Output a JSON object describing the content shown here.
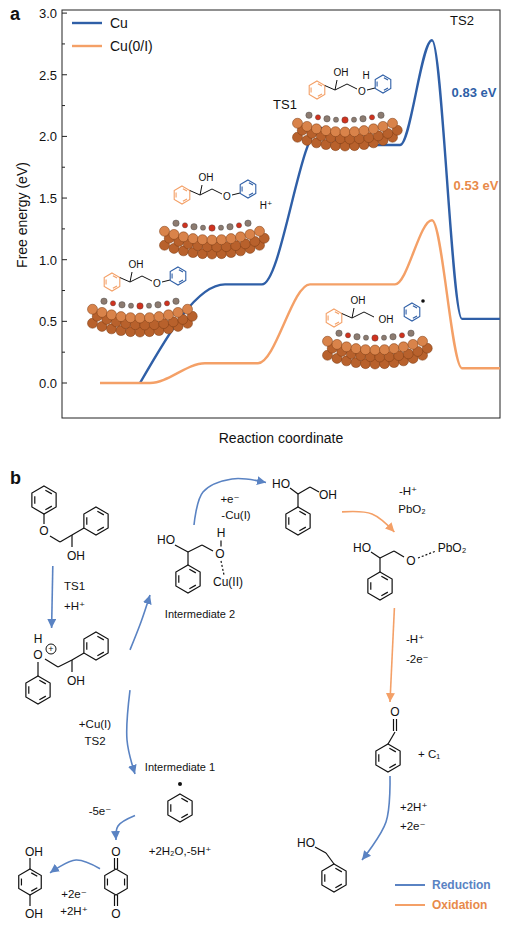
{
  "diagram": {
    "nodes": [
      {
        "text": [
          "O",
          "OH"
        ]
      },
      {
        "text": [
          "H",
          "O",
          "+",
          "OH"
        ]
      },
      {
        "text": [
          "HO",
          "H",
          "O",
          "Cu(II)",
          "Intermediate 2"
        ]
      },
      {
        "text": [
          "Intermediate 1"
        ]
      },
      {
        "text": [
          "HO",
          "OH"
        ]
      },
      {
        "text": [
          "HO",
          "O",
          "PbO₂"
        ]
      },
      {
        "text": [
          "O"
        ]
      },
      {
        "text": [
          "O",
          "O"
        ]
      },
      {
        "text": [
          "OH",
          "OH"
        ]
      },
      {
        "text": [
          "HO"
        ]
      }
    ],
    "edges": [
      {
        "from": 0,
        "to": 1,
        "arrow": "to"
      },
      {
        "from": 1,
        "to": 2,
        "arrow": "to"
      },
      {
        "from": 1,
        "to": 3,
        "arrow": "to"
      },
      {
        "from": 2,
        "to": 4,
        "arrow": "to"
      },
      {
        "from": 4,
        "to": 5,
        "arrow": "to"
      },
      {
        "from": 5,
        "to": 6,
        "arrow": "to"
      },
      {
        "from": 6,
        "to": 9,
        "arrow": "to"
      },
      {
        "from": 3,
        "to": 7,
        "arrow": "to"
      },
      {
        "from": 7,
        "to": 8,
        "arrow": "to"
      }
    ],
    "labels": [
      "a",
      "3.0",
      "2.5",
      "2.0",
      "1.5",
      "1.0",
      "0.5",
      "0.0",
      "Free energy (eV)",
      "TS1",
      "TS2",
      "0.83 eV",
      "0.53 eV",
      "OH",
      "H",
      "O",
      "OH",
      "O",
      "H⁺",
      "OH",
      "O",
      "OH",
      "OH",
      "Reaction coordinate",
      "b",
      "TS1",
      "+H⁺",
      "+e⁻",
      "-Cu(I)",
      "-H⁺",
      "PbO₂",
      "+Cu(I)",
      "TS2",
      "-H⁺",
      "-2e⁻",
      "+ C₁",
      "-5e⁻",
      "+2H⁺",
      "+2e⁻",
      "+2H₂O,-5H⁺",
      "+2e⁻",
      "+2H⁺"
    ],
    "legend": [
      {
        "text": "Cu"
      },
      {
        "text": "Cu(0/I)"
      },
      {
        "text": "Reduction"
      },
      {
        "text": "Oxidation"
      }
    ]
  }
}
